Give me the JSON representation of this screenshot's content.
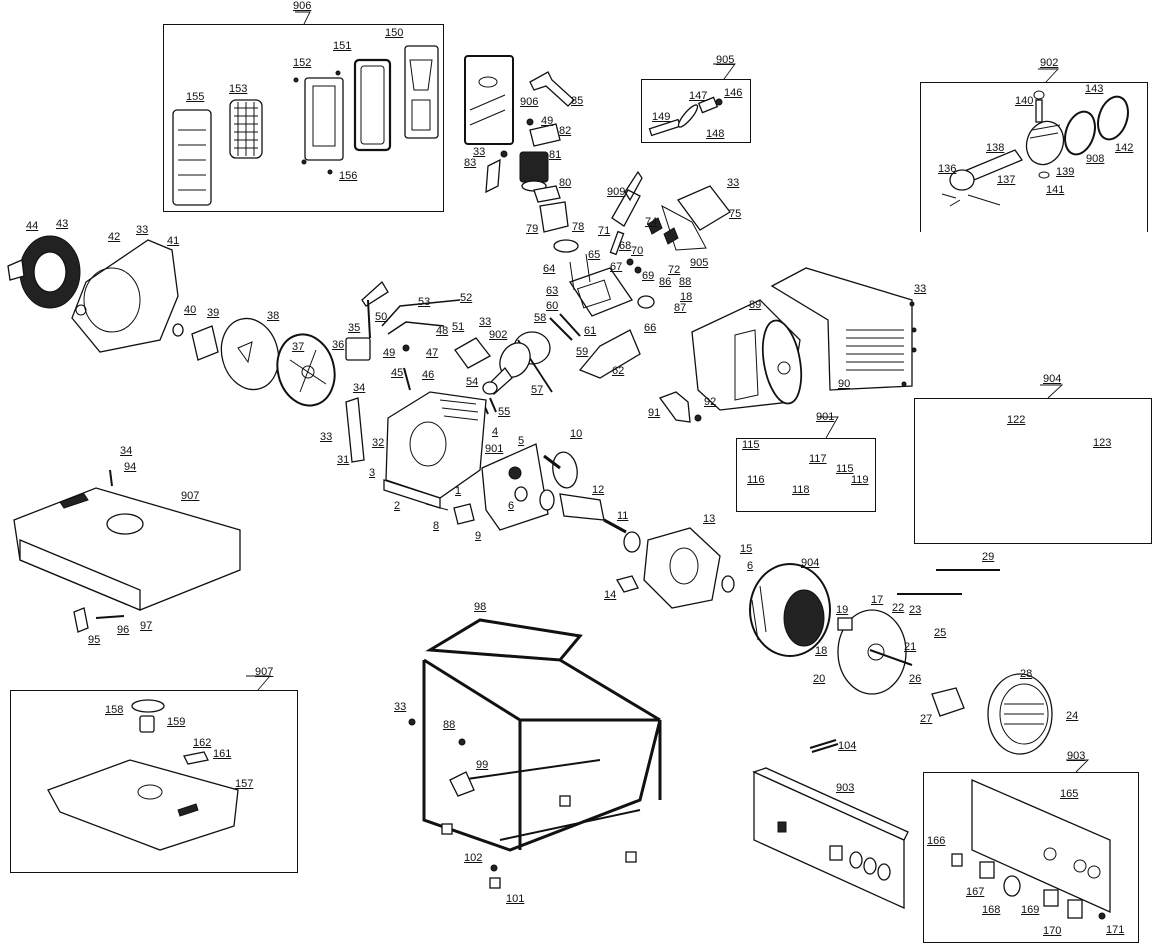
{
  "diagram": {
    "type": "exploded-parts-diagram",
    "subject": "generator",
    "groups": [
      {
        "id": "906",
        "items": [
          "150",
          "151",
          "152",
          "153",
          "155",
          "156"
        ]
      },
      {
        "id": "905",
        "items": [
          "146",
          "147",
          "148",
          "149"
        ]
      },
      {
        "id": "902",
        "items": [
          "136",
          "137",
          "138",
          "139",
          "140",
          "141",
          "142",
          "143",
          "908"
        ]
      },
      {
        "id": "901",
        "items": [
          "115",
          "116",
          "117",
          "118",
          "115",
          "119"
        ]
      },
      {
        "id": "904",
        "items": [
          "122",
          "123"
        ]
      },
      {
        "id": "907",
        "items": [
          "157",
          "158",
          "159",
          "161",
          "162"
        ]
      },
      {
        "id": "903",
        "items": [
          "165",
          "166",
          "167",
          "168",
          "169",
          "170",
          "171"
        ]
      }
    ],
    "labels": [
      {
        "id": "g906",
        "text": "906"
      },
      {
        "id": "l150",
        "text": "150"
      },
      {
        "id": "l151",
        "text": "151"
      },
      {
        "id": "l152",
        "text": "152"
      },
      {
        "id": "l153",
        "text": "153"
      },
      {
        "id": "l155",
        "text": "155"
      },
      {
        "id": "l156",
        "text": "156"
      },
      {
        "id": "l906b",
        "text": "906"
      },
      {
        "id": "l85",
        "text": "85"
      },
      {
        "id": "l49a",
        "text": "49"
      },
      {
        "id": "l82",
        "text": "82"
      },
      {
        "id": "l33a",
        "text": "33"
      },
      {
        "id": "l83",
        "text": "83"
      },
      {
        "id": "l81",
        "text": "81"
      },
      {
        "id": "l80",
        "text": "80"
      },
      {
        "id": "l79",
        "text": "79"
      },
      {
        "id": "l78",
        "text": "78"
      },
      {
        "id": "g905",
        "text": "905"
      },
      {
        "id": "l147",
        "text": "147"
      },
      {
        "id": "l146",
        "text": "146"
      },
      {
        "id": "l149",
        "text": "149"
      },
      {
        "id": "l148",
        "text": "148"
      },
      {
        "id": "g902",
        "text": "902"
      },
      {
        "id": "l140",
        "text": "140"
      },
      {
        "id": "l143",
        "text": "143"
      },
      {
        "id": "l138",
        "text": "138"
      },
      {
        "id": "l142",
        "text": "142"
      },
      {
        "id": "l136",
        "text": "136"
      },
      {
        "id": "l137",
        "text": "137"
      },
      {
        "id": "l908",
        "text": "908"
      },
      {
        "id": "l139",
        "text": "139"
      },
      {
        "id": "l141",
        "text": "141"
      },
      {
        "id": "l909",
        "text": "909"
      },
      {
        "id": "l33b",
        "text": "33"
      },
      {
        "id": "l75",
        "text": "75"
      },
      {
        "id": "l74",
        "text": "74"
      },
      {
        "id": "l71",
        "text": "71"
      },
      {
        "id": "l68",
        "text": "68"
      },
      {
        "id": "l70",
        "text": "70"
      },
      {
        "id": "l65",
        "text": "65"
      },
      {
        "id": "l67",
        "text": "67"
      },
      {
        "id": "l69",
        "text": "69"
      },
      {
        "id": "l72",
        "text": "72"
      },
      {
        "id": "l905b",
        "text": "905"
      },
      {
        "id": "l64",
        "text": "64"
      },
      {
        "id": "l63",
        "text": "63"
      },
      {
        "id": "l86",
        "text": "86"
      },
      {
        "id": "l88",
        "text": "88"
      },
      {
        "id": "l18a",
        "text": "18"
      },
      {
        "id": "l87",
        "text": "87"
      },
      {
        "id": "l60",
        "text": "60"
      },
      {
        "id": "l58",
        "text": "58"
      },
      {
        "id": "l61",
        "text": "61"
      },
      {
        "id": "l66",
        "text": "66"
      },
      {
        "id": "l59",
        "text": "59"
      },
      {
        "id": "l62",
        "text": "62"
      },
      {
        "id": "l57",
        "text": "57"
      },
      {
        "id": "l89",
        "text": "89"
      },
      {
        "id": "l33c",
        "text": "33"
      },
      {
        "id": "l90",
        "text": "90"
      },
      {
        "id": "l91",
        "text": "91"
      },
      {
        "id": "l92",
        "text": "92"
      },
      {
        "id": "l44",
        "text": "44"
      },
      {
        "id": "l43",
        "text": "43"
      },
      {
        "id": "l42",
        "text": "42"
      },
      {
        "id": "l33d",
        "text": "33"
      },
      {
        "id": "l41",
        "text": "41"
      },
      {
        "id": "l40",
        "text": "40"
      },
      {
        "id": "l39",
        "text": "39"
      },
      {
        "id": "l38",
        "text": "38"
      },
      {
        "id": "l37",
        "text": "37"
      },
      {
        "id": "l35",
        "text": "35"
      },
      {
        "id": "l36",
        "text": "36"
      },
      {
        "id": "l53",
        "text": "53"
      },
      {
        "id": "l52",
        "text": "52"
      },
      {
        "id": "l50",
        "text": "50"
      },
      {
        "id": "l51",
        "text": "51"
      },
      {
        "id": "l48",
        "text": "48"
      },
      {
        "id": "l49b",
        "text": "49"
      },
      {
        "id": "l47",
        "text": "47"
      },
      {
        "id": "l33e",
        "text": "33"
      },
      {
        "id": "l902b",
        "text": "902"
      },
      {
        "id": "l54",
        "text": "54"
      },
      {
        "id": "l45",
        "text": "45"
      },
      {
        "id": "l46",
        "text": "46"
      },
      {
        "id": "l55",
        "text": "55"
      },
      {
        "id": "l34a",
        "text": "34"
      },
      {
        "id": "l33f",
        "text": "33"
      },
      {
        "id": "l32",
        "text": "32"
      },
      {
        "id": "l31",
        "text": "31"
      },
      {
        "id": "l4",
        "text": "4"
      },
      {
        "id": "l901b",
        "text": "901"
      },
      {
        "id": "l5",
        "text": "5"
      },
      {
        "id": "l10",
        "text": "10"
      },
      {
        "id": "l3",
        "text": "3"
      },
      {
        "id": "l2",
        "text": "2"
      },
      {
        "id": "l1",
        "text": "1"
      },
      {
        "id": "l6a",
        "text": "6"
      },
      {
        "id": "l12",
        "text": "12"
      },
      {
        "id": "l8",
        "text": "8"
      },
      {
        "id": "l9",
        "text": "9"
      },
      {
        "id": "l11",
        "text": "11"
      },
      {
        "id": "g901",
        "text": "901"
      },
      {
        "id": "l115a",
        "text": "115"
      },
      {
        "id": "l117",
        "text": "117"
      },
      {
        "id": "l115b",
        "text": "115"
      },
      {
        "id": "l116",
        "text": "116"
      },
      {
        "id": "l118",
        "text": "118"
      },
      {
        "id": "l119",
        "text": "119"
      },
      {
        "id": "g904",
        "text": "904"
      },
      {
        "id": "l122",
        "text": "122"
      },
      {
        "id": "l123",
        "text": "123"
      },
      {
        "id": "l34b",
        "text": "34"
      },
      {
        "id": "l94",
        "text": "94"
      },
      {
        "id": "l907b",
        "text": "907"
      },
      {
        "id": "l95",
        "text": "95"
      },
      {
        "id": "l96",
        "text": "96"
      },
      {
        "id": "l97",
        "text": "97"
      },
      {
        "id": "l13",
        "text": "13"
      },
      {
        "id": "l15",
        "text": "15"
      },
      {
        "id": "l6b",
        "text": "6"
      },
      {
        "id": "l14",
        "text": "14"
      },
      {
        "id": "l904b",
        "text": "904"
      },
      {
        "id": "l29",
        "text": "29"
      },
      {
        "id": "l17",
        "text": "17"
      },
      {
        "id": "l19",
        "text": "19"
      },
      {
        "id": "l22",
        "text": "22"
      },
      {
        "id": "l23",
        "text": "23"
      },
      {
        "id": "l25",
        "text": "25"
      },
      {
        "id": "l21",
        "text": "21"
      },
      {
        "id": "l18b",
        "text": "18"
      },
      {
        "id": "l20",
        "text": "20"
      },
      {
        "id": "l26",
        "text": "26"
      },
      {
        "id": "l28",
        "text": "28"
      },
      {
        "id": "l27",
        "text": "27"
      },
      {
        "id": "l24",
        "text": "24"
      },
      {
        "id": "l98",
        "text": "98"
      },
      {
        "id": "l33g",
        "text": "33"
      },
      {
        "id": "l88b",
        "text": "88"
      },
      {
        "id": "l99",
        "text": "99"
      },
      {
        "id": "l102",
        "text": "102"
      },
      {
        "id": "l101",
        "text": "101"
      },
      {
        "id": "g907",
        "text": "907"
      },
      {
        "id": "l158",
        "text": "158"
      },
      {
        "id": "l159",
        "text": "159"
      },
      {
        "id": "l162",
        "text": "162"
      },
      {
        "id": "l161",
        "text": "161"
      },
      {
        "id": "l157",
        "text": "157"
      },
      {
        "id": "l104",
        "text": "104"
      },
      {
        "id": "l903b",
        "text": "903"
      },
      {
        "id": "g903",
        "text": "903"
      },
      {
        "id": "l165",
        "text": "165"
      },
      {
        "id": "l166",
        "text": "166"
      },
      {
        "id": "l167",
        "text": "167"
      },
      {
        "id": "l168",
        "text": "168"
      },
      {
        "id": "l169",
        "text": "169"
      },
      {
        "id": "l170",
        "text": "170"
      },
      {
        "id": "l171",
        "text": "171"
      }
    ]
  }
}
